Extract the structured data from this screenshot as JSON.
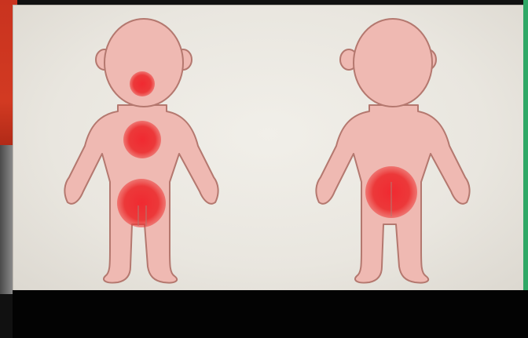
{
  "colors": {
    "background": "#ebe8e2",
    "figure_fill": "#efb9b2",
    "figure_outline": "#b4786f",
    "zone_red": "#ec2a2c",
    "bottom_bar": "#030303",
    "accent_left": "#c9331f",
    "accent_right": "#2fa866"
  },
  "figures": [
    {
      "view": "front",
      "zones": [
        "mouth",
        "chest",
        "genitals"
      ]
    },
    {
      "view": "back",
      "zones": [
        "buttocks"
      ]
    }
  ],
  "icons": [
    "front-figure-icon",
    "back-figure-icon"
  ]
}
